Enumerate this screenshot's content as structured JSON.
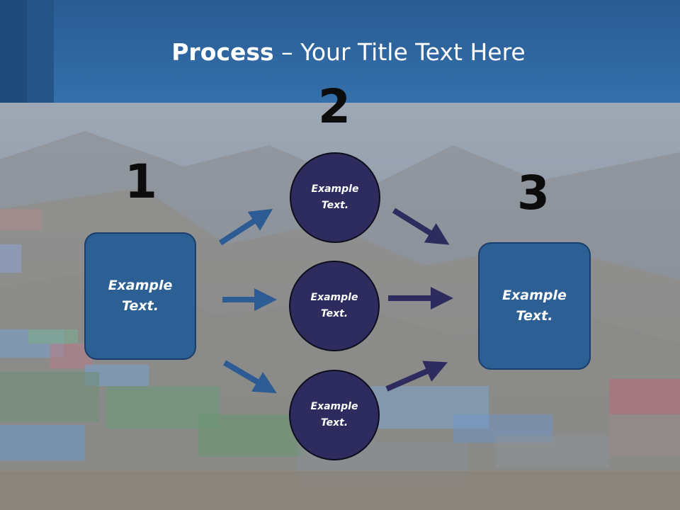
{
  "title": {
    "bold": "Process",
    "rest": " – Your Title Text Here"
  },
  "steps": [
    {
      "number": "1"
    },
    {
      "number": "2"
    },
    {
      "number": "3"
    }
  ],
  "left_box": {
    "label": "Example\nText."
  },
  "circles": [
    {
      "label": "Example\nText."
    },
    {
      "label": "Example\nText."
    },
    {
      "label": "Example\nText."
    }
  ],
  "right_box": {
    "label": "Example\nText."
  },
  "colors": {
    "header": "#3470ab",
    "box_fill": "#2c5f94",
    "circle_fill": "#2e2c5e",
    "arrow_left": "#2d5b94",
    "arrow_right": "#2e2c5e"
  },
  "background": "mountain-village-photo"
}
